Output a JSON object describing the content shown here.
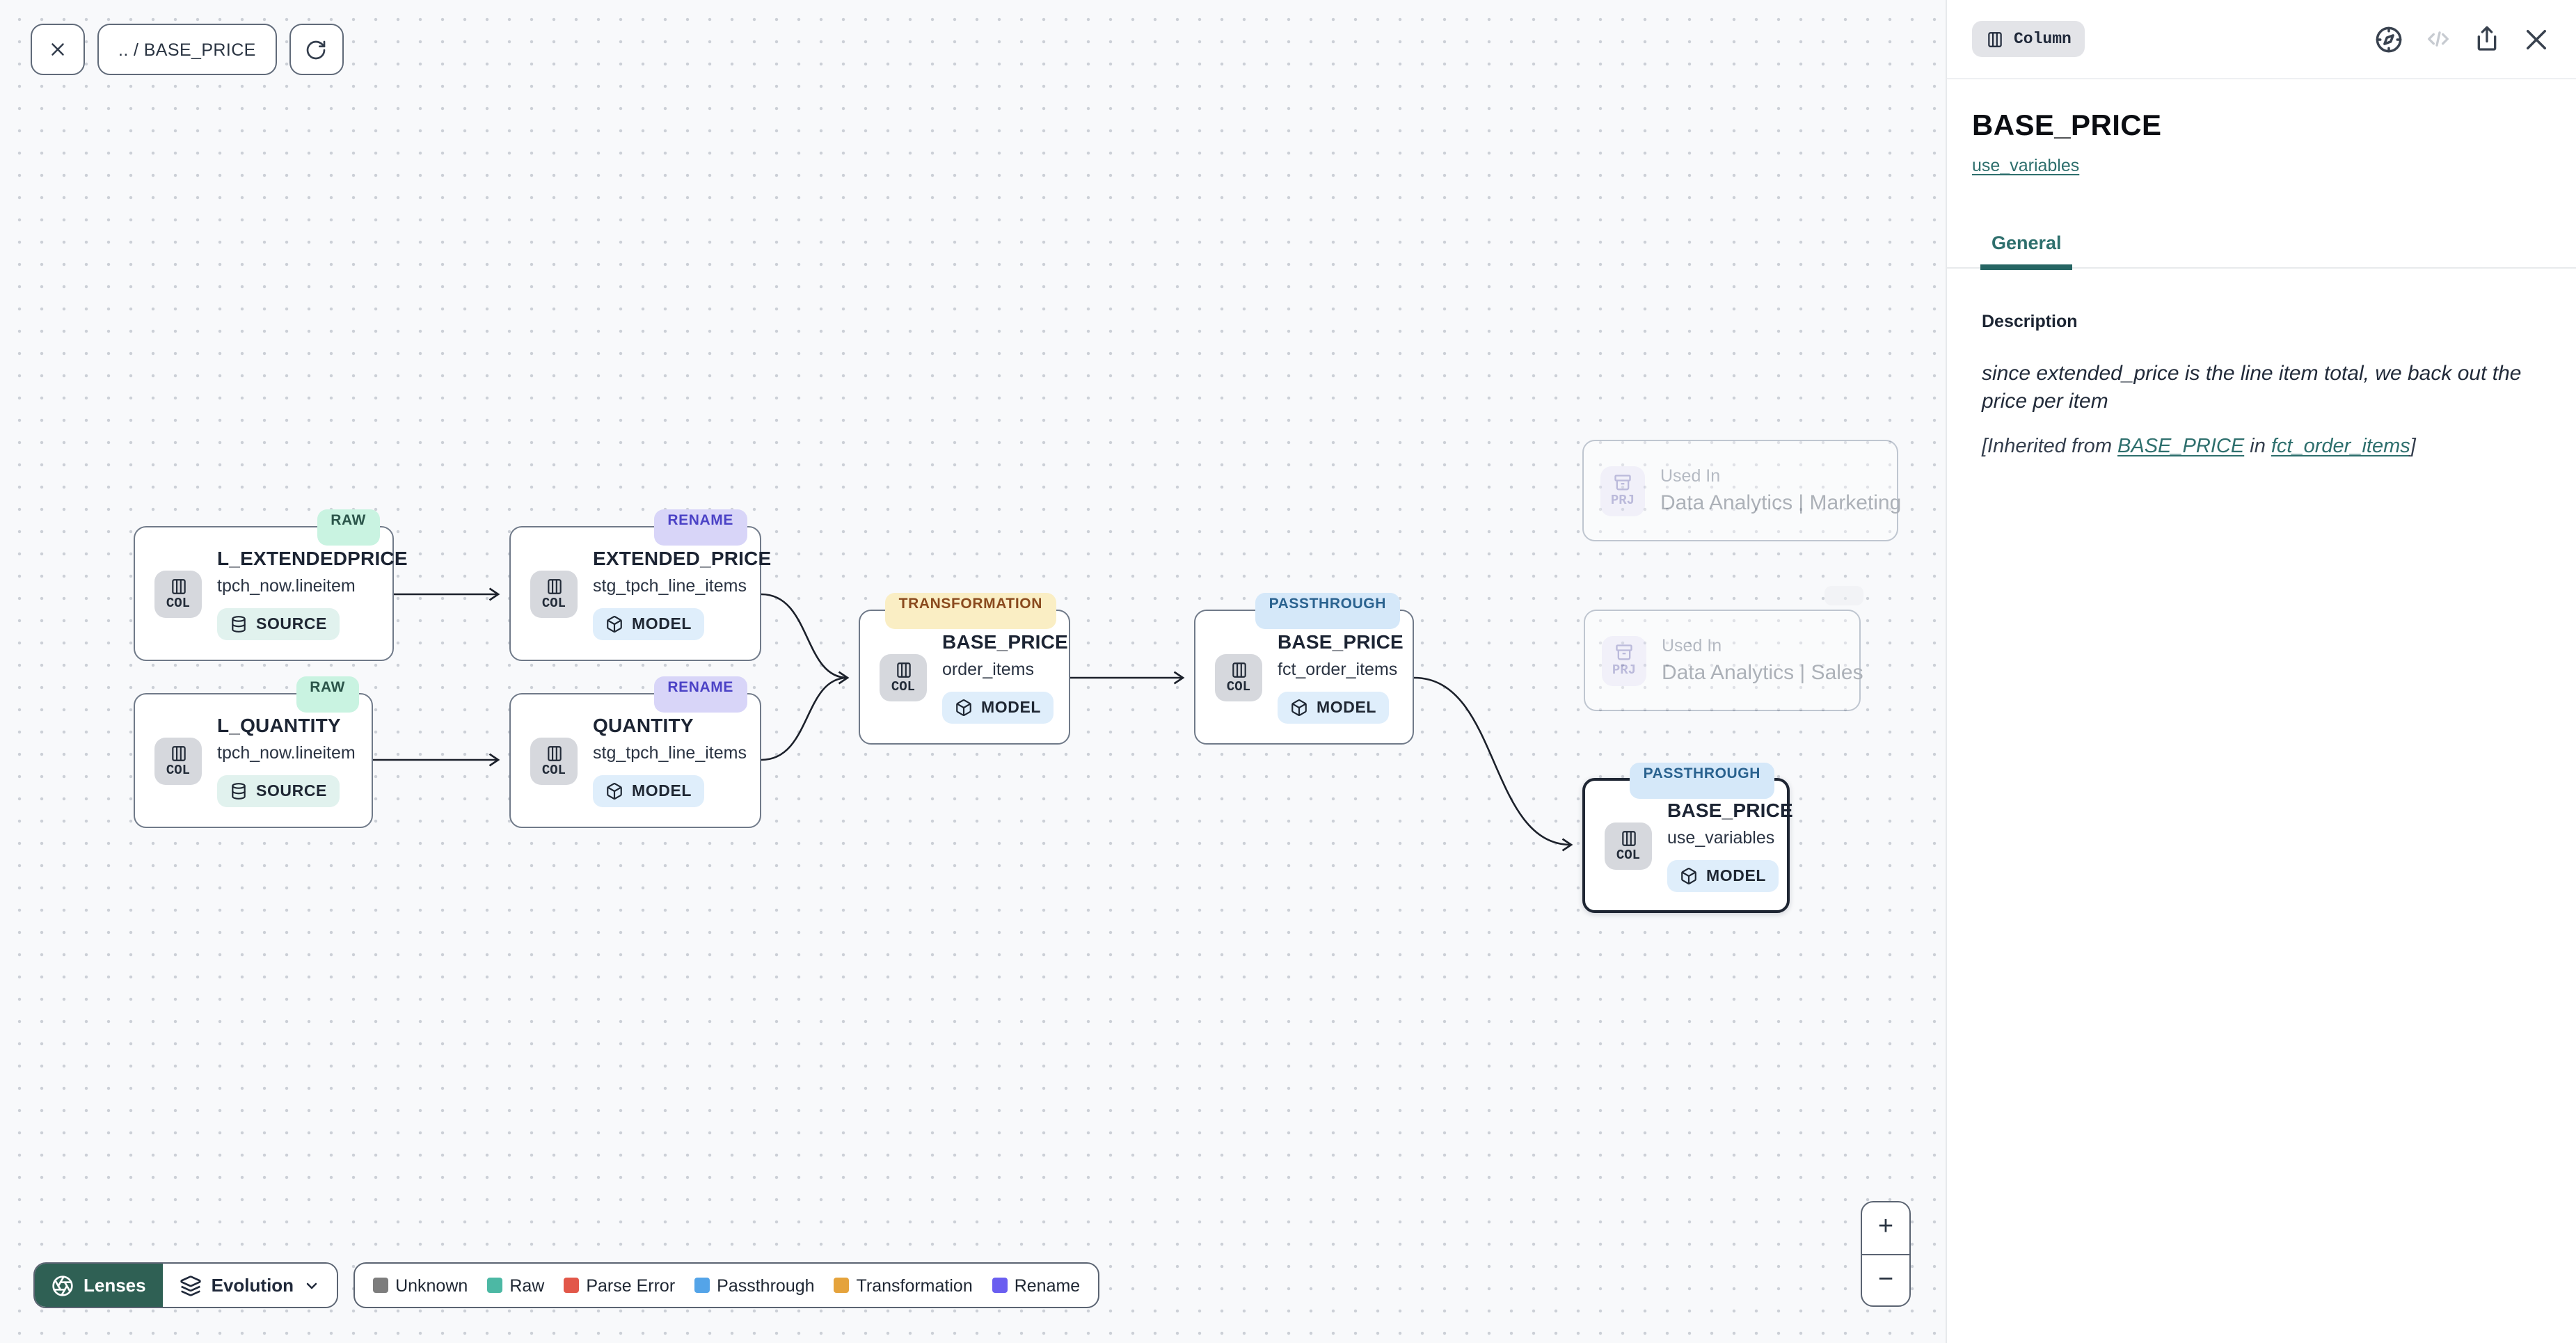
{
  "toolbar": {
    "breadcrumb": ".. / BASE_PRICE"
  },
  "canvas": {
    "nodes": [
      {
        "badge": "RAW",
        "title": "L_EXTENDEDPRICE",
        "subtitle": "tpch_now.lineitem",
        "kind": "COL",
        "type": "SOURCE"
      },
      {
        "badge": "RENAME",
        "title": "EXTENDED_PRICE",
        "subtitle": "stg_tpch_line_items",
        "kind": "COL",
        "type": "MODEL"
      },
      {
        "badge": "RAW",
        "title": "L_QUANTITY",
        "subtitle": "tpch_now.lineitem",
        "kind": "COL",
        "type": "SOURCE"
      },
      {
        "badge": "RENAME",
        "title": "QUANTITY",
        "subtitle": "stg_tpch_line_items",
        "kind": "COL",
        "type": "MODEL"
      },
      {
        "badge": "TRANSFORMATION",
        "title": "BASE_PRICE",
        "subtitle": "order_items",
        "kind": "COL",
        "type": "MODEL"
      },
      {
        "badge": "PASSTHROUGH",
        "title": "BASE_PRICE",
        "subtitle": "fct_order_items",
        "kind": "COL",
        "type": "MODEL"
      },
      {
        "badge": "PASSTHROUGH",
        "title": "BASE_PRICE",
        "subtitle": "use_variables",
        "kind": "COL",
        "type": "MODEL"
      }
    ],
    "used_in": [
      {
        "kind": "PRJ",
        "label": "Used In",
        "name": "Data Analytics | Marketing"
      },
      {
        "kind": "PRJ",
        "label": "Used In",
        "name": "Data Analytics | Sales"
      }
    ]
  },
  "panel": {
    "type_badge": "Column",
    "title": "BASE_PRICE",
    "model_link": "use_variables",
    "tabs": [
      {
        "label": "General"
      }
    ],
    "description_heading": "Description",
    "description_body": "since extended_price is the line item total, we back out the price per item",
    "inherited": {
      "prefix": "[Inherited from ",
      "link_column": "BASE_PRICE",
      "middle": " in ",
      "link_model": "fct_order_items",
      "suffix": "]"
    }
  },
  "lens_bar": {
    "lenses_label": "Lenses",
    "active_lens": "Evolution",
    "legend": [
      {
        "label": "Unknown",
        "color": "#7d7d7d"
      },
      {
        "label": "Raw",
        "color": "#4cb8a4"
      },
      {
        "label": "Parse Error",
        "color": "#e25749"
      },
      {
        "label": "Passthrough",
        "color": "#54a4e8"
      },
      {
        "label": "Transformation",
        "color": "#e5a33c"
      },
      {
        "label": "Rename",
        "color": "#6a5ef0"
      }
    ]
  },
  "zoom_controls": {
    "zoom_in": "+",
    "zoom_out": "−"
  },
  "accent_colors": {
    "teal": "#2e6f6d",
    "lenses_bg": "#2f6054",
    "edge": "#1c212b"
  }
}
